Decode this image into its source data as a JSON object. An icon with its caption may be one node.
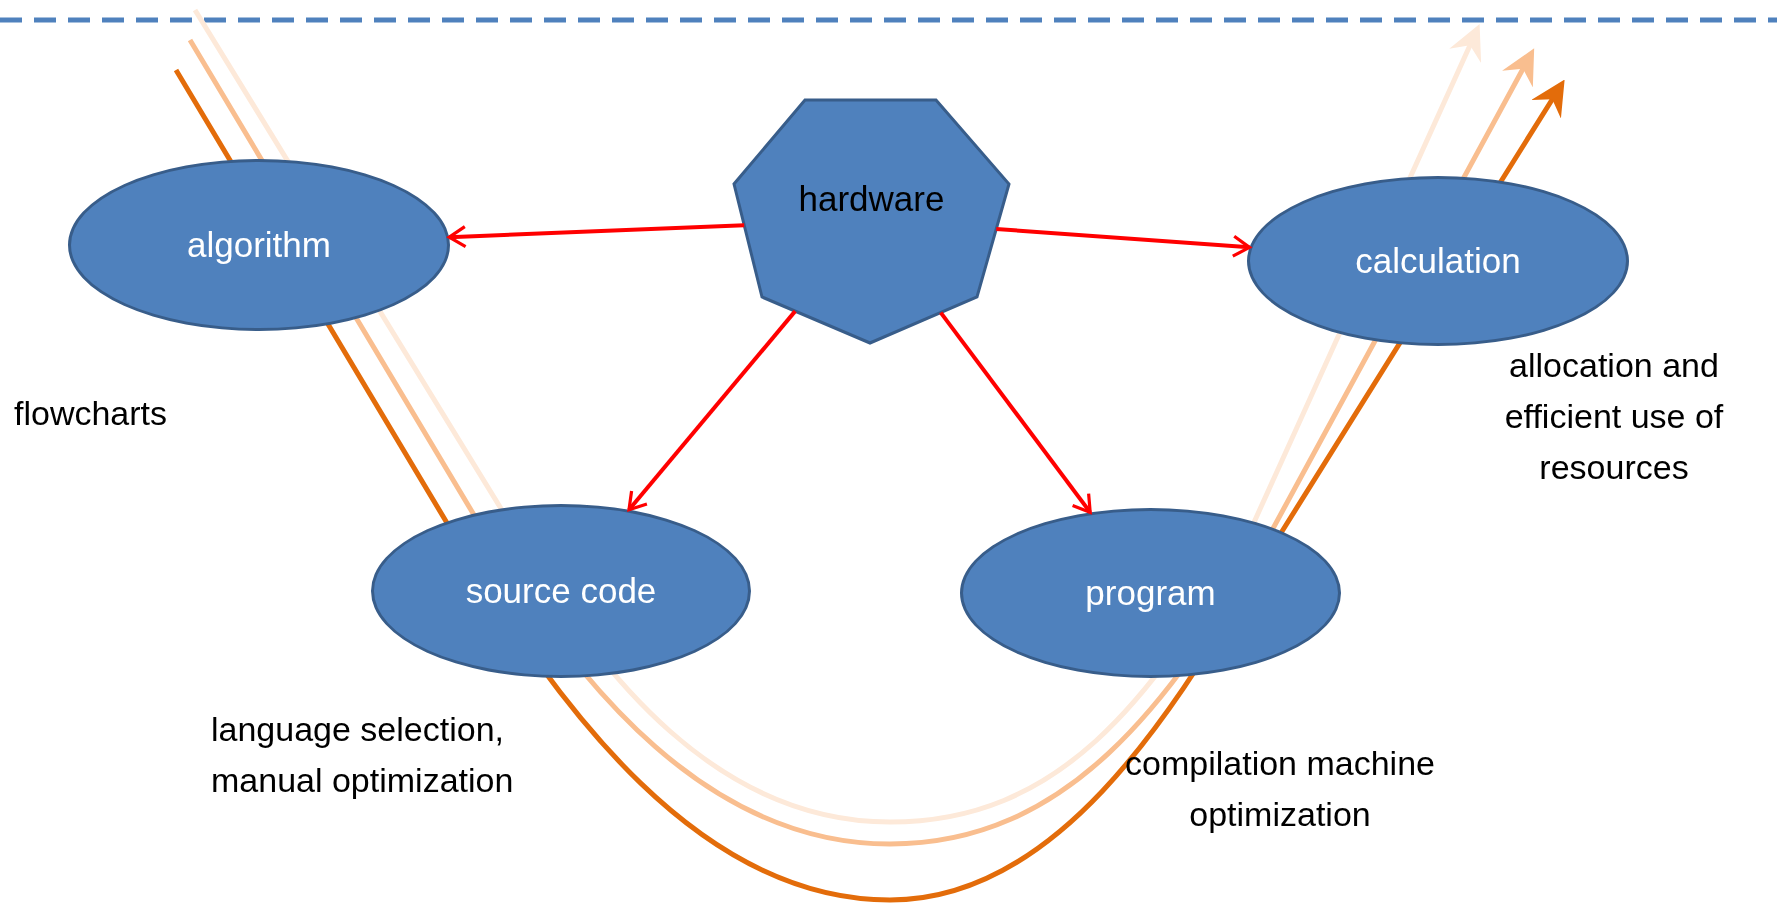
{
  "diagram": {
    "nodes": [
      {
        "text": [
          "hardware"
        ]
      },
      {
        "text": [
          "algorithm"
        ]
      },
      {
        "text": [
          "calculation"
        ]
      },
      {
        "text": [
          "source code"
        ]
      },
      {
        "text": [
          "program"
        ]
      }
    ],
    "edges": [
      {
        "from": 0,
        "to": 1,
        "arrow": "to"
      },
      {
        "from": 0,
        "to": 2,
        "arrow": "to"
      },
      {
        "from": 0,
        "to": 3,
        "arrow": "to"
      },
      {
        "from": 0,
        "to": 4,
        "arrow": "to"
      }
    ],
    "labels": [
      "flowcharts",
      "allocation and efficient use of resources",
      "language selection, manual optimization",
      "compilation machine optimization"
    ]
  }
}
